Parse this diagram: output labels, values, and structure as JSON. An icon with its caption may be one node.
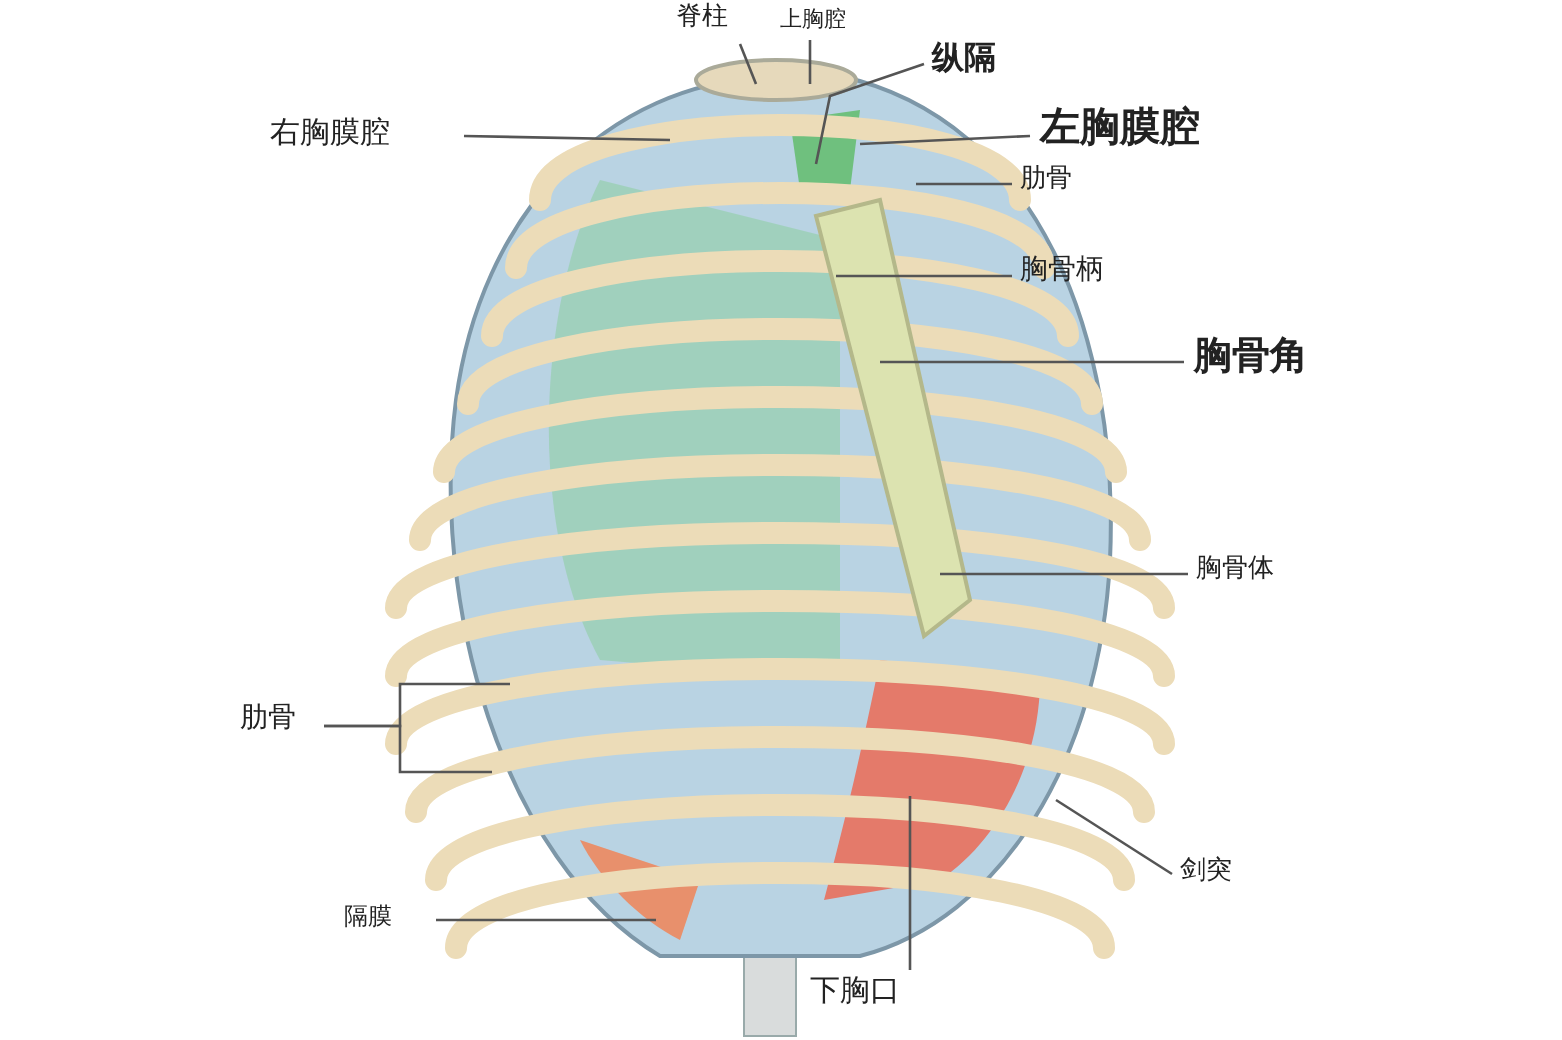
{
  "diagram": {
    "nodes": [
      {
        "text": [
          "脊柱"
        ]
      },
      {
        "text": [
          "上胸腔"
        ]
      },
      {
        "text": [
          "纵隔"
        ]
      },
      {
        "text": [
          "右胸膜腔"
        ]
      },
      {
        "text": [
          "左胸膜腔"
        ]
      },
      {
        "text": [
          "肋骨"
        ]
      },
      {
        "text": [
          "胸骨柄"
        ]
      },
      {
        "text": [
          "胸骨角"
        ]
      },
      {
        "text": [
          "胸骨体"
        ]
      },
      {
        "text": [
          "肋骨"
        ]
      },
      {
        "text": [
          "隔膜"
        ]
      },
      {
        "text": [
          "剑突"
        ]
      },
      {
        "text": [
          "下胸口"
        ]
      }
    ],
    "edges": [
      {
        "from": 0,
        "to": null,
        "arrow": "none"
      },
      {
        "from": 1,
        "to": null,
        "arrow": "none"
      },
      {
        "from": 2,
        "to": null,
        "arrow": "none"
      },
      {
        "from": 3,
        "to": null,
        "arrow": "none"
      },
      {
        "from": 4,
        "to": null,
        "arrow": "none"
      },
      {
        "from": 5,
        "to": null,
        "arrow": "none"
      },
      {
        "from": 6,
        "to": null,
        "arrow": "none"
      },
      {
        "from": 7,
        "to": null,
        "arrow": "none"
      },
      {
        "from": 8,
        "to": null,
        "arrow": "none"
      },
      {
        "from": 9,
        "to": null,
        "arrow": "none"
      },
      {
        "from": 9,
        "to": null,
        "arrow": "none"
      },
      {
        "from": 10,
        "to": null,
        "arrow": "none"
      },
      {
        "from": 11,
        "to": null,
        "arrow": "none"
      },
      {
        "from": 12,
        "to": null,
        "arrow": "none"
      }
    ]
  }
}
